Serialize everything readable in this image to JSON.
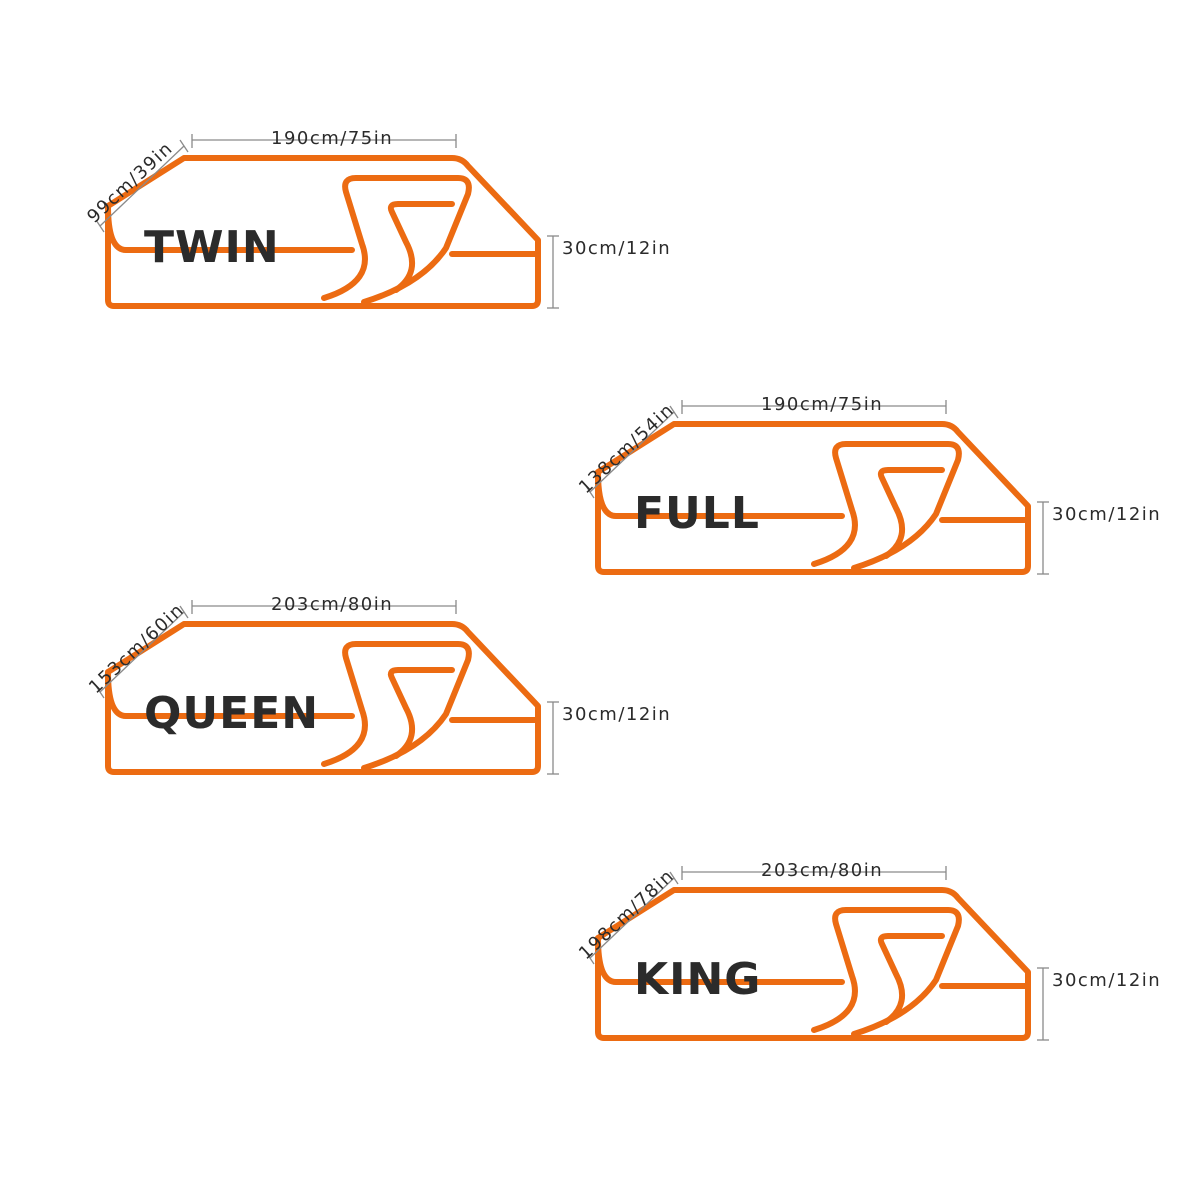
{
  "accent_color": "#ec6b12",
  "mattresses": [
    {
      "name": "TWIN",
      "length": "190cm/75in",
      "width": "99cm/39in",
      "height": "30cm/12in"
    },
    {
      "name": "FULL",
      "length": "190cm/75in",
      "width": "138cm/54in",
      "height": "30cm/12in"
    },
    {
      "name": "QUEEN",
      "length": "203cm/80in",
      "width": "153cm/60in",
      "height": "30cm/12in"
    },
    {
      "name": "KING",
      "length": "203cm/80in",
      "width": "198cm/78in",
      "height": "30cm/12in"
    }
  ]
}
